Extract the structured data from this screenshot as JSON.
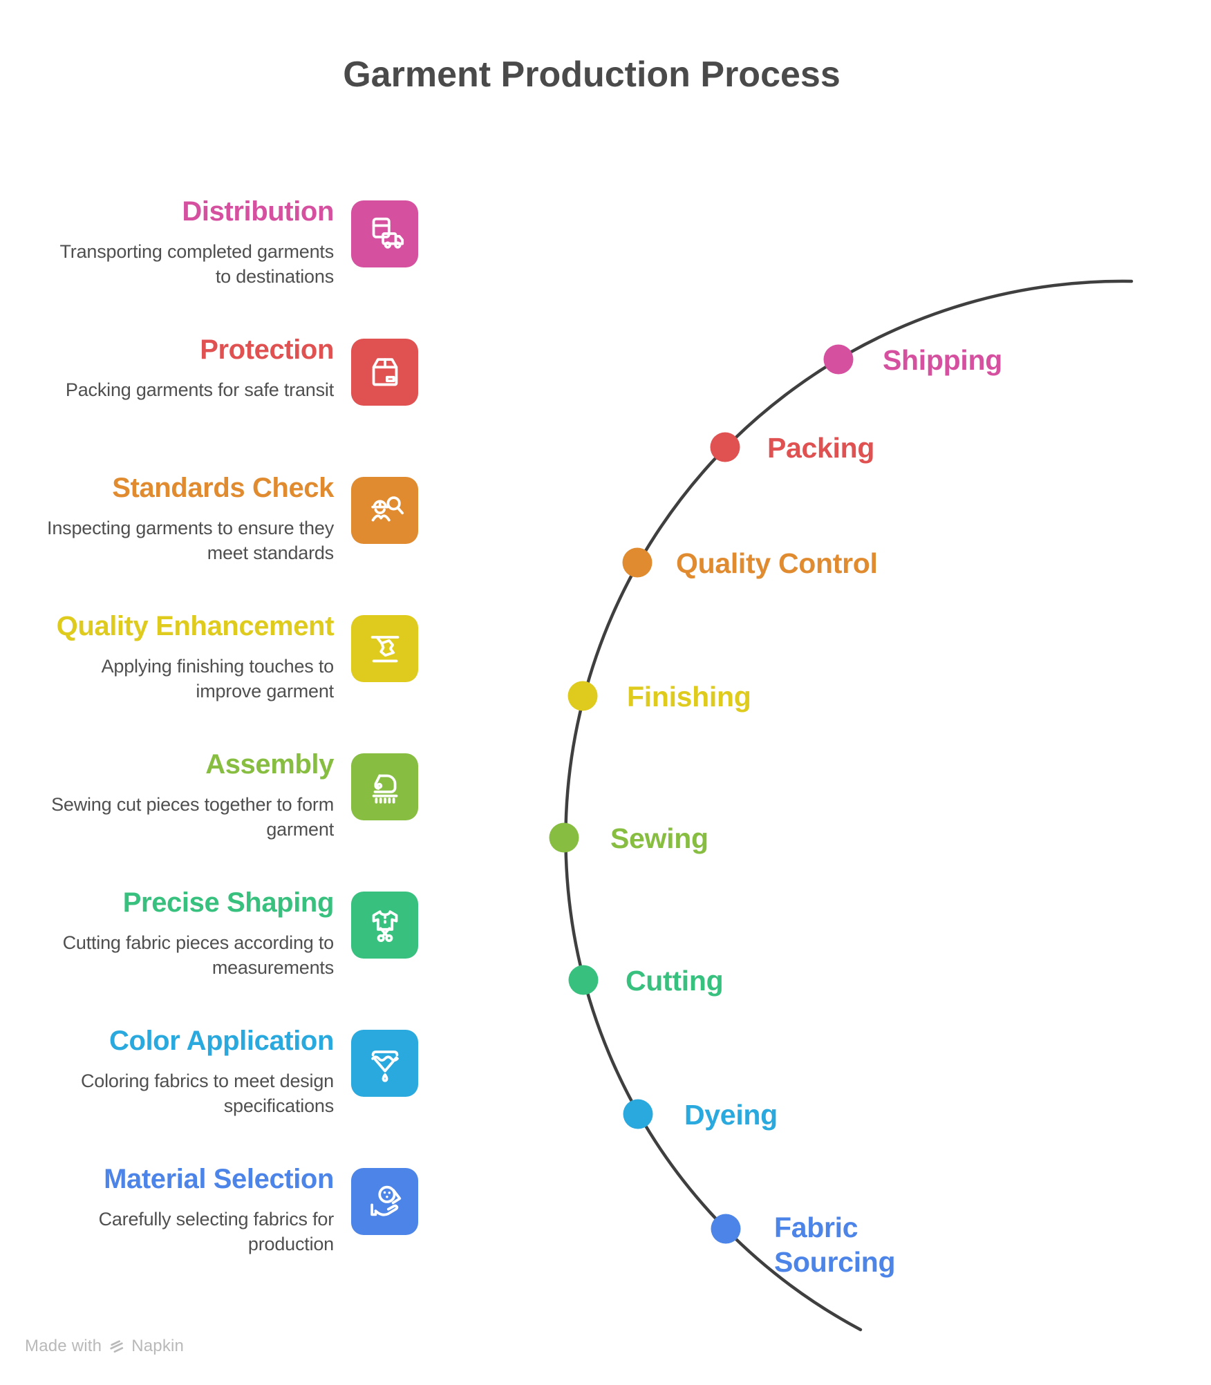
{
  "title": "Garment Production Process",
  "arc": {
    "color": "#3f3f3f"
  },
  "watermark": {
    "prefix": "Made with",
    "brand": "Napkin"
  },
  "stages": [
    {
      "title": "Distribution",
      "desc_line1": "Transporting completed garments",
      "desc_line2": "to destinations",
      "node_label": "Shipping",
      "color": "#d5509f",
      "icon": "box-truck-icon"
    },
    {
      "title": "Protection",
      "desc_line1": "Packing garments for safe transit",
      "desc_line2": "",
      "node_label": "Packing",
      "color": "#e05151",
      "icon": "packing-box-icon"
    },
    {
      "title": "Standards Check",
      "desc_line1": "Inspecting garments to ensure they",
      "desc_line2": "meet standards",
      "node_label": "Quality Control",
      "color": "#e08b30",
      "icon": "inspector-magnifier-icon"
    },
    {
      "title": "Quality Enhancement",
      "desc_line1": "Applying finishing touches to",
      "desc_line2": "improve garment",
      "node_label": "Finishing",
      "color": "#decb1d",
      "icon": "ironing-press-icon"
    },
    {
      "title": "Assembly",
      "desc_line1": "Sewing cut pieces together to form",
      "desc_line2": "garment",
      "node_label": "Sewing",
      "color": "#87bd40",
      "icon": "sewing-machine-icon"
    },
    {
      "title": "Precise Shaping",
      "desc_line1": "Cutting fabric pieces according to",
      "desc_line2": "measurements",
      "node_label": "Cutting",
      "color": "#38c17e",
      "icon": "shirt-scissors-icon"
    },
    {
      "title": "Color Application",
      "desc_line1": "Coloring fabrics to meet design",
      "desc_line2": "specifications",
      "node_label": "Dyeing",
      "color": "#29a9dd",
      "icon": "dye-vat-drop-icon"
    },
    {
      "title": "Material Selection",
      "desc_line1": "Carefully selecting fabrics for",
      "desc_line2": "production",
      "node_label": "Fabric Sourcing",
      "color": "#4c84e8",
      "icon": "fabric-roll-hand-icon"
    }
  ]
}
